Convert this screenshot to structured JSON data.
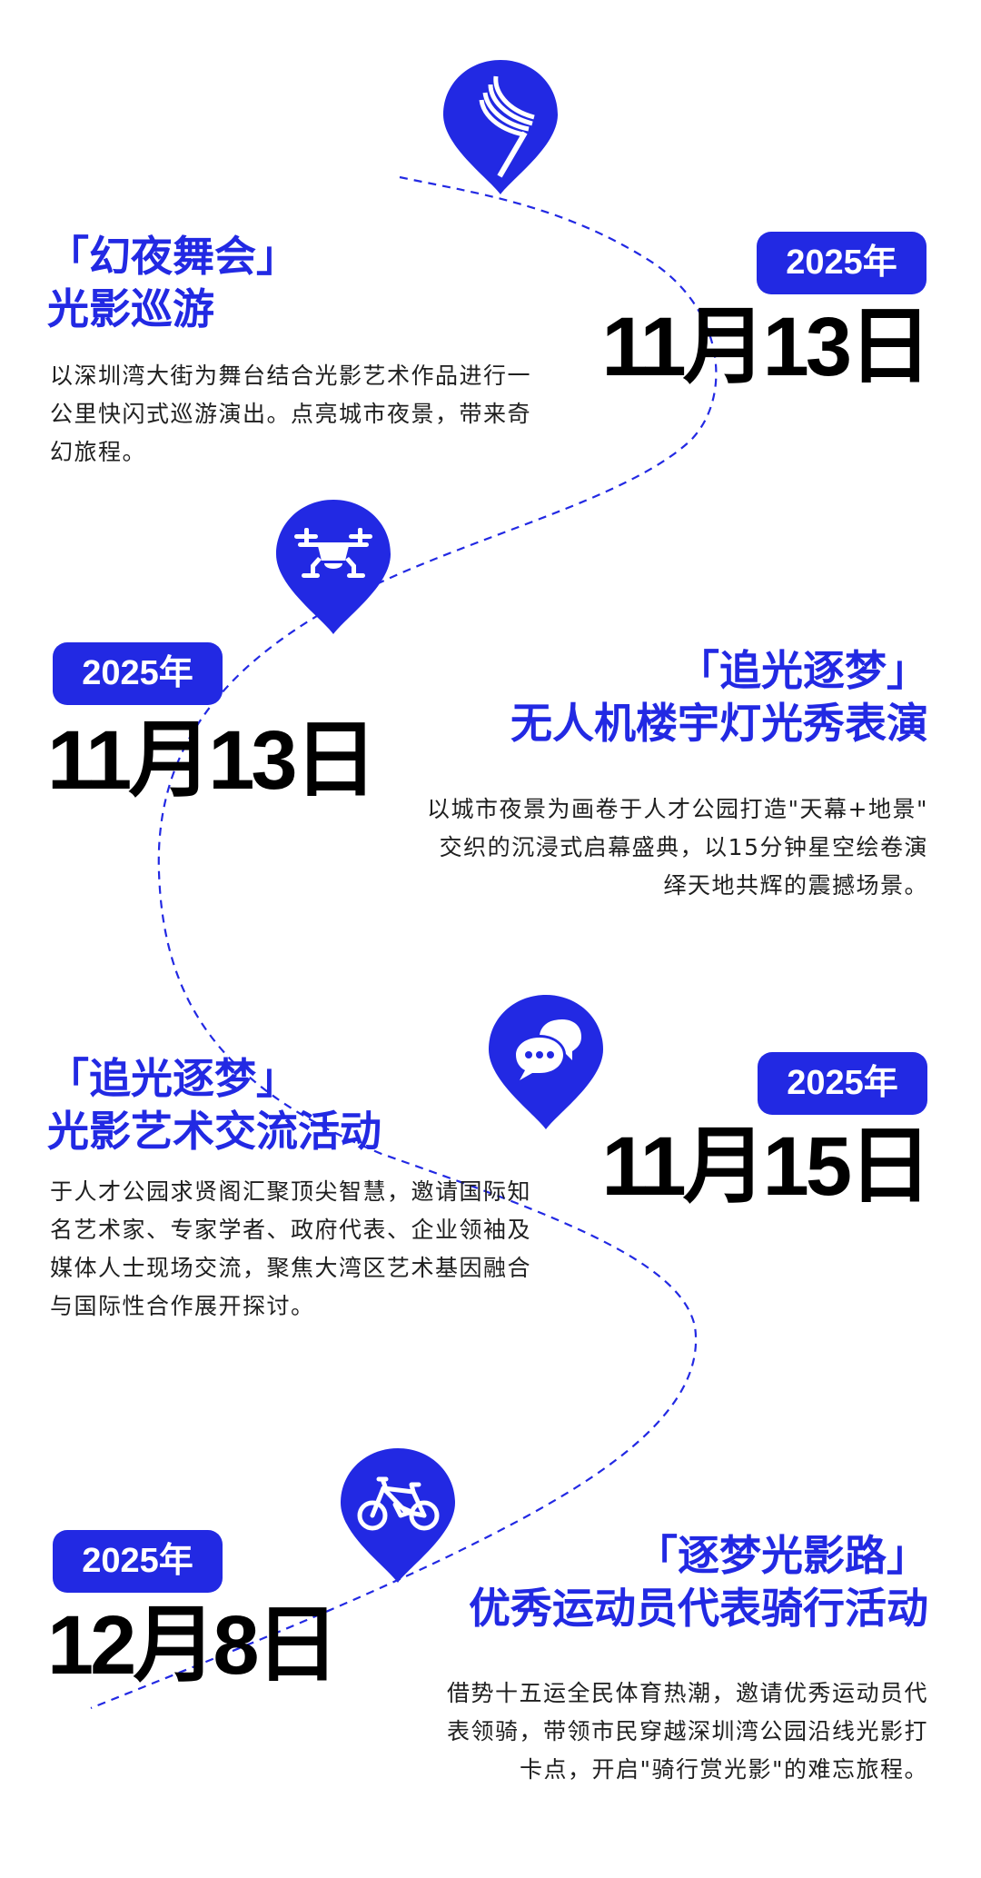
{
  "colors": {
    "accent": "#2229E3",
    "date_text": "#000000",
    "body_text": "#1f1f1f",
    "background": "#ffffff"
  },
  "events": [
    {
      "icon": "fan-flag-icon",
      "year": "2025年",
      "date": "11月13日",
      "title_lines": [
        "「幻夜舞会」",
        "光影巡游"
      ],
      "body_lines": [
        "以深圳湾大街为舞台结合光影艺术作品进行一",
        "公里快闪式巡游演出。点亮城市夜景，带来奇",
        "幻旅程。"
      ]
    },
    {
      "icon": "drone-icon",
      "year": "2025年",
      "date": "11月13日",
      "title_lines": [
        "「追光逐梦」",
        "无人机楼宇灯光秀表演"
      ],
      "body_lines": [
        "以城市夜景为画卷于人才公园打造\"天幕+地景\"",
        "交织的沉浸式启幕盛典，以15分钟星空绘卷演",
        "绎天地共辉的震撼场景。"
      ]
    },
    {
      "icon": "chat-bubbles-icon",
      "year": "2025年",
      "date": "11月15日",
      "title_lines": [
        "「追光逐梦」",
        "光影艺术交流活动"
      ],
      "body_lines": [
        "于人才公园求贤阁汇聚顶尖智慧，邀请国际知",
        "名艺术家、专家学者、政府代表、企业领袖及",
        "媒体人士现场交流，聚焦大湾区艺术基因融合",
        "与国际性合作展开探讨。"
      ]
    },
    {
      "icon": "bicycle-icon",
      "year": "2025年",
      "date": "12月8日",
      "title_lines": [
        "「逐梦光影路」",
        "优秀运动员代表骑行活动"
      ],
      "body_lines": [
        "借势十五运全民体育热潮，邀请优秀运动员代",
        "表领骑，带领市民穿越深圳湾公园沿线光影打",
        "卡点，开启\"骑行赏光影\"的难忘旅程。"
      ]
    }
  ]
}
